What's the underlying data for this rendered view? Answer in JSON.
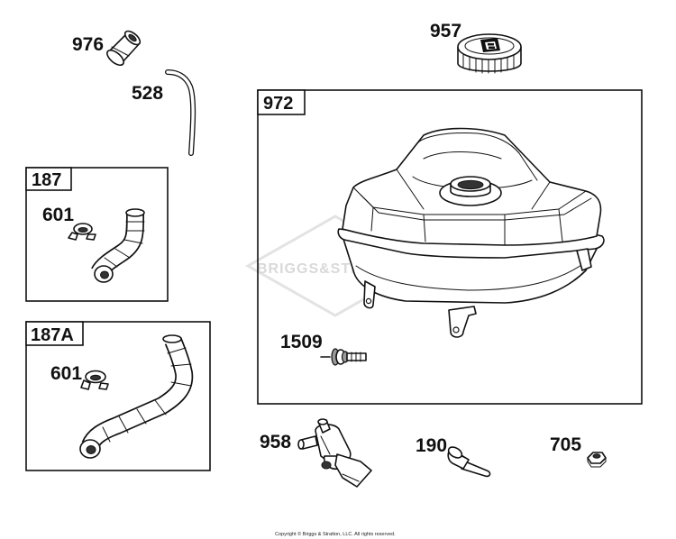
{
  "parts": {
    "p976": "976",
    "p528": "528",
    "p957": "957",
    "p972": "972",
    "p187": "187",
    "p601a": "601",
    "p187a": "187A",
    "p601b": "601",
    "p1509": "1509",
    "p958": "958",
    "p190": "190",
    "p705": "705"
  },
  "watermark": "BRIGGS&STRATTON",
  "copyright": "Copyright © Briggs & Stratton, LLC. All rights reserved."
}
